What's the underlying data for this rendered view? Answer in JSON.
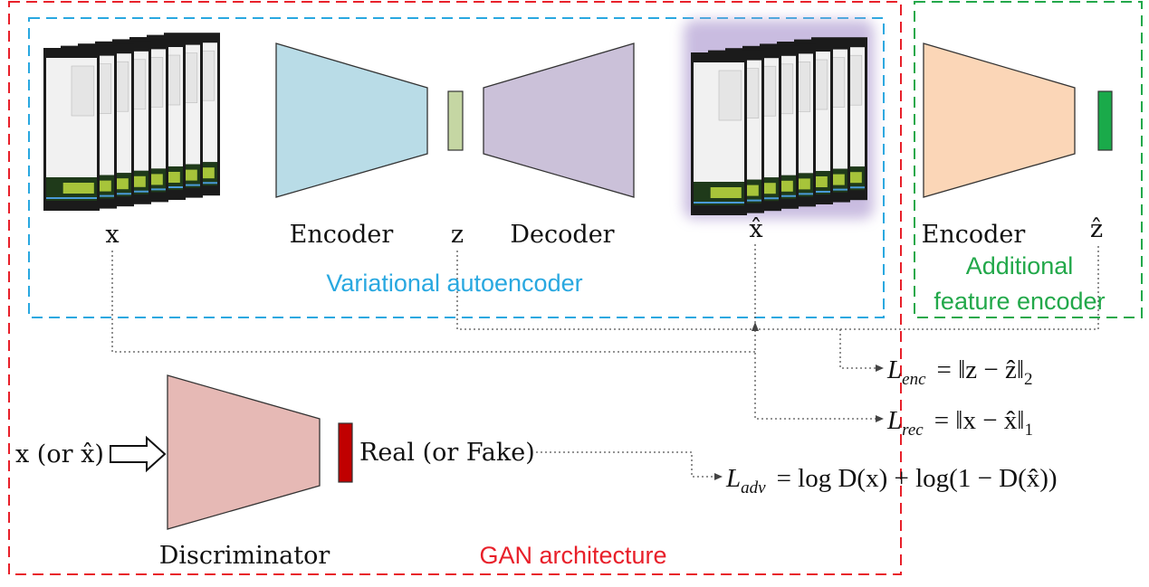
{
  "labels": {
    "x": "x",
    "encoder": "Encoder",
    "z": "z",
    "decoder": "Decoder",
    "x_hat": "x̂",
    "encoder2": "Encoder",
    "z_hat": "ẑ",
    "vae": "Variational autoencoder",
    "additional_line1": "Additional",
    "additional_line2": "feature encoder",
    "disc_input": "x (or x̂)",
    "real_fake": "Real (or Fake)",
    "discriminator": "Discriminator",
    "gan": "GAN architecture"
  },
  "equations": {
    "enc": {
      "sym": "L",
      "sub": "enc",
      "rhs": "= ‖z − ẑ‖",
      "rsub": "2"
    },
    "rec": {
      "sym": "L",
      "sub": "rec",
      "rhs": "= ‖x − x̂‖",
      "rsub": "1"
    },
    "adv": {
      "sym": "L",
      "sub": "adv",
      "rhs": "= log D(x) + log(1 − D(x̂))"
    }
  },
  "colors": {
    "gan_border": "#e8202a",
    "vae_border": "#29a8e0",
    "additional_border": "#22a84a",
    "encoder_fill": "#b9dce7",
    "decoder_fill": "#cbc1d9",
    "latent_fill": "#c5d6a3",
    "encoder2_fill": "#fbd6b7",
    "z_hat_fill": "#1aaa4a",
    "discriminator_fill": "#e6b9b5",
    "disc_out_fill": "#c00000"
  }
}
